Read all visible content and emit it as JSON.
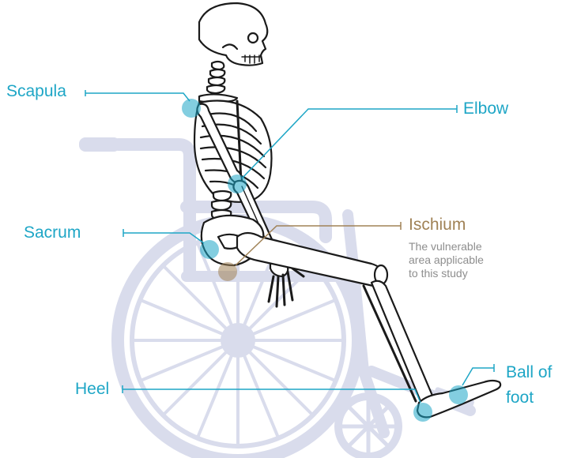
{
  "labels": {
    "scapula": "Scapula",
    "elbow": "Elbow",
    "sacrum": "Sacrum",
    "ischium": "Ischium",
    "ischium_note": [
      "The vulnerable",
      "area applicable",
      "to this study"
    ],
    "heel": "Heel",
    "ball_of_foot": [
      "Ball of",
      "foot"
    ]
  },
  "colors": {
    "pressure_point": "#1ea6c6",
    "highlight_point": "#a08256",
    "wheelchair": "#d9dcec",
    "skeleton_outline": "#1a1a1a",
    "note_text": "#8e8e8e"
  }
}
